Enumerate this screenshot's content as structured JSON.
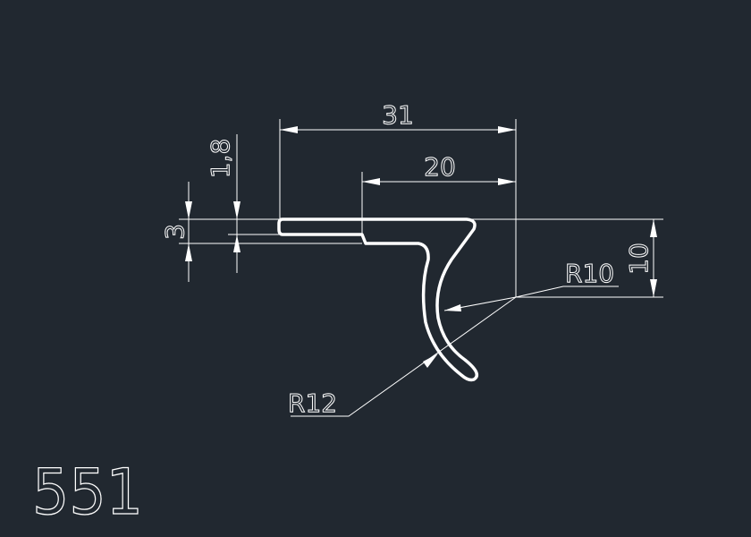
{
  "drawing": {
    "part_number": "551",
    "dimensions": {
      "overall_width": "31",
      "inner_width": "20",
      "flange_height": "3",
      "wall_thickness": "1,8",
      "height": "10",
      "radius_inner": "R10",
      "radius_outer": "R12"
    },
    "colors": {
      "background": "#212830",
      "lines": "#ffffff"
    }
  }
}
